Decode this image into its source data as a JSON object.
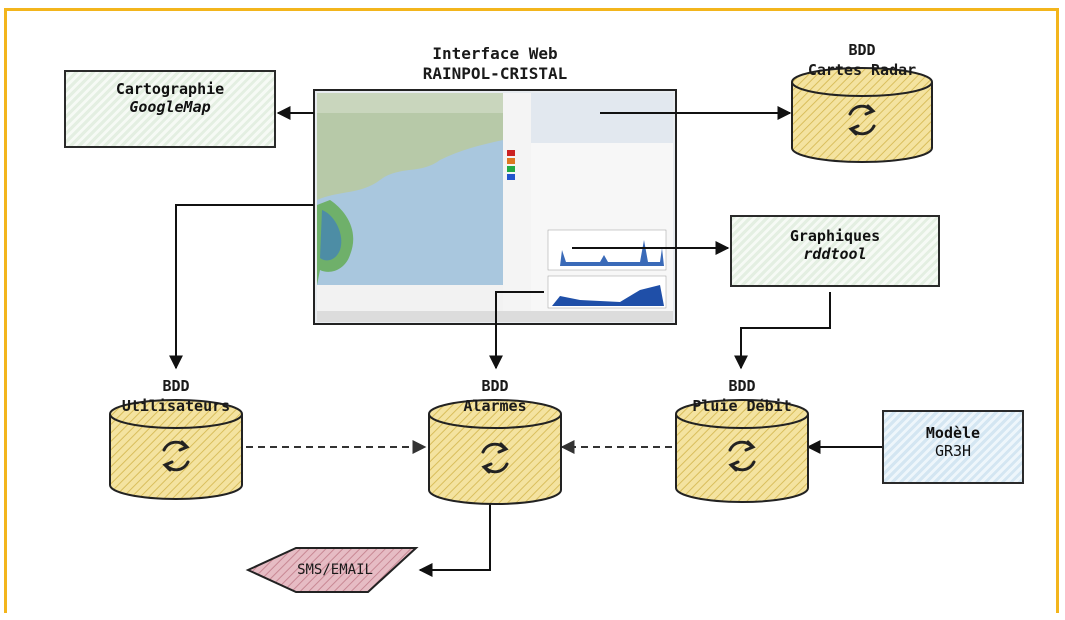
{
  "interface": {
    "line1": "Interface Web",
    "line2": "RAINPOL-CRISTAL"
  },
  "cartographie": {
    "line1": "Cartographie",
    "line2": "GoogleMap"
  },
  "graphiques": {
    "line1": "Graphiques",
    "line2": "rddtool"
  },
  "modele": {
    "line1": "Modèle",
    "line2": "GR3H"
  },
  "databases": {
    "radar": {
      "prefix": "BDD",
      "name": "Cartes Radar"
    },
    "utilisateurs": {
      "prefix": "BDD",
      "name": "Utilisateurs"
    },
    "alarmes": {
      "prefix": "BDD",
      "name": "Alarmes"
    },
    "pluie": {
      "prefix": "BDD",
      "name": "Pluie Débit"
    }
  },
  "sms": {
    "label": "SMS/EMAIL"
  },
  "colors": {
    "frame": "#f3b51c",
    "cylinder": "#f1dc86",
    "green_box": "#e4efe2",
    "blue_box": "#d4e6f2",
    "diamond": "#d9a3ae"
  }
}
